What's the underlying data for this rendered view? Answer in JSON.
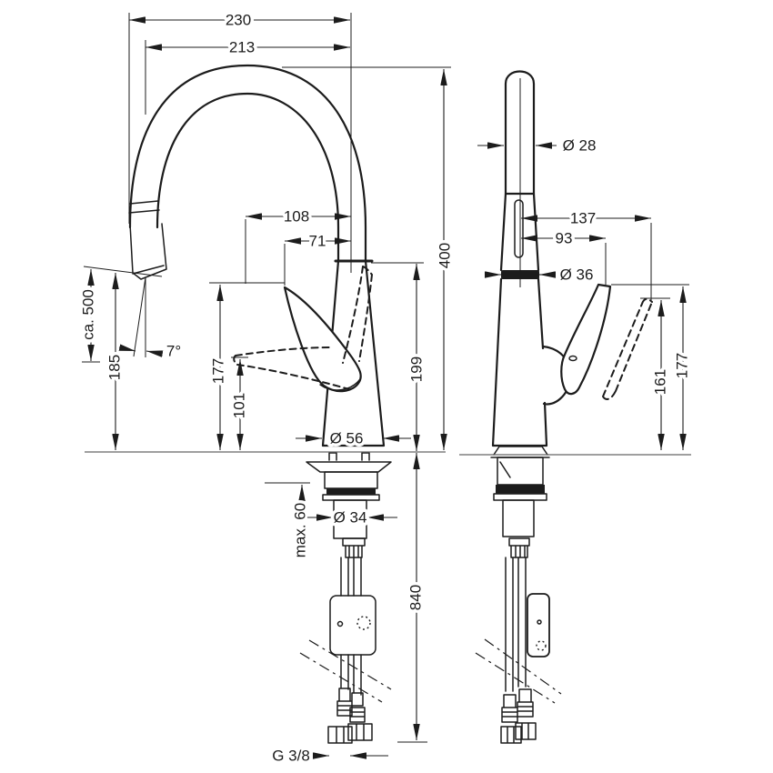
{
  "colors": {
    "line": "#1c1c1c",
    "counter_line": "#666666",
    "background": "#ffffff"
  },
  "views": {
    "side": {
      "dims": {
        "overall_reach": "230",
        "spout_reach": "213",
        "lever_reach_max": "108",
        "lever_reach_min": "71",
        "spout_height": "400",
        "pullout_length": "ca. 500",
        "outlet_height": "185",
        "outlet_angle": "7°",
        "lever_top_height": "177",
        "lever_down_height": "101",
        "joint_height": "199",
        "base_diameter": "Ø 56",
        "max_counter_thickness": "max. 60",
        "shank_diameter": "Ø 34",
        "hose_length": "840",
        "connection_thread": "G 3/8"
      }
    },
    "front": {
      "dims": {
        "spout_diameter": "Ø 28",
        "lever_tip_offset": "137",
        "lever_offset": "93",
        "neck_diameter": "Ø 36",
        "lever_raised_height": "161",
        "lever_top_height": "177"
      }
    }
  }
}
